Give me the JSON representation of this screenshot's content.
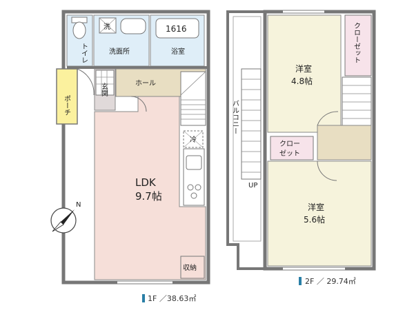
{
  "floor1": {
    "rooms": {
      "toilet": "トイレ",
      "washroom": "洗面所",
      "bath": "浴室",
      "bath_tub": "1616",
      "washer": "洗",
      "hall": "ホール",
      "entrance": "玄関",
      "porch": "ポーチ",
      "ldk_name": "LDK",
      "ldk_size": "9.7帖",
      "fridge": "冷",
      "storage": "収納"
    },
    "area_label": "1F ／38.63㎡"
  },
  "floor2": {
    "rooms": {
      "western1_name": "洋室",
      "western1_size": "4.8帖",
      "closet1": "クローゼット",
      "closet2_line1": "クロー",
      "closet2_line2": "ゼット",
      "balcony": "バルコニー",
      "up": "UP",
      "western2_name": "洋室",
      "western2_size": "5.6帖"
    },
    "area_label": "2F ／ 29.74㎡"
  },
  "compass": {
    "label": "N"
  },
  "colors": {
    "wall": "#777777",
    "room_beige": "#f6f3dc",
    "wet_blue": "#dfeef8",
    "ldk_pink": "#f6dfd9",
    "porch_yellow": "#fbf19e",
    "hall_tan": "#e8dec2",
    "closet_pink": "#f7e3ea",
    "accent": "#2a7fa6"
  }
}
